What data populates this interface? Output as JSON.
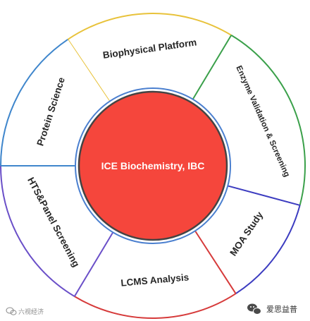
{
  "center": {
    "label": "ICE Biochemistry,  IBC",
    "color": "#f5463c"
  },
  "segments": [
    {
      "label": "Biophysical Platform",
      "color": "#e8c23a"
    },
    {
      "label": "Enzyme Validation & Screening",
      "color": "#3aa04a"
    },
    {
      "label": "MOA Study",
      "color": "#3c3cc0"
    },
    {
      "label": "LCMS Analysis",
      "color": "#d63a3a"
    },
    {
      "label": "HTS&Panel Screening",
      "color": "#6a4fc8"
    },
    {
      "label": "Protein Science",
      "color": "#3f86cc"
    }
  ],
  "watermarks": {
    "left": "六视经济",
    "right": "爱思益普"
  },
  "icons": {
    "left": "wechat-logo-icon",
    "right": "wechat-logo-icon"
  }
}
